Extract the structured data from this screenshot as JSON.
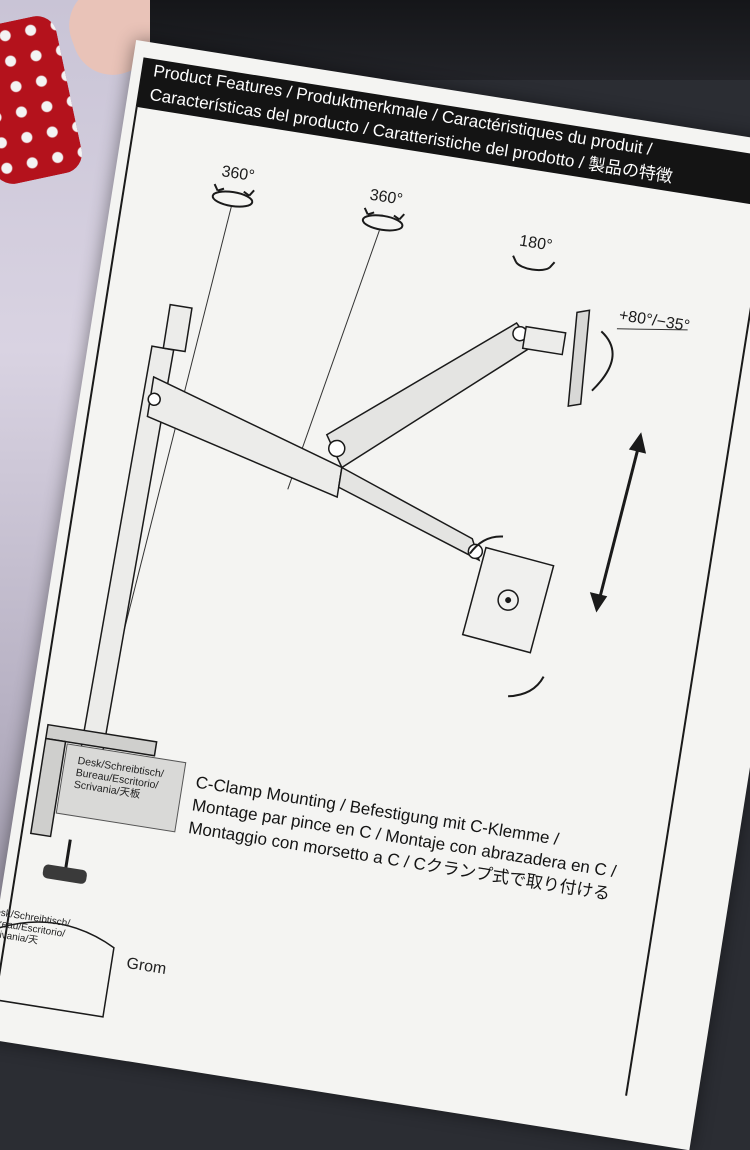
{
  "banner": {
    "line1": "Product Features / Produktmerkmale / Caractéristiques du produit /",
    "line2": "Características del producto / Caratteristiche del prodotto / 製品の特徴"
  },
  "rotations": {
    "pole_top": "360°",
    "arm_joint": "360°",
    "head_swivel": "180°",
    "tilt": "+80°/−35°"
  },
  "clamp": {
    "line1": "C-Clamp Mounting / Befestigung mit C-Klemme /",
    "line2": "Montage par pince en C / Montaje con abrazadera en C /",
    "line3": "Montaggio con morsetto a C / Cクランプ式で取り付ける"
  },
  "desk_label": {
    "line1": "Desk/Schreibtisch/",
    "line2": "Bureau/Escritorio/",
    "line3": "Scrivania/天板"
  },
  "footer": {
    "partial_word": "Grom",
    "mini_label_line1": "Desk/Schreibtisch/",
    "mini_label_line2": "Bureau/Escritorio/",
    "mini_label_line3": "Scrivania/天"
  },
  "colors": {
    "paper": "#f4f4f2",
    "ink": "#141414",
    "background_dark": "#2b2d33"
  }
}
